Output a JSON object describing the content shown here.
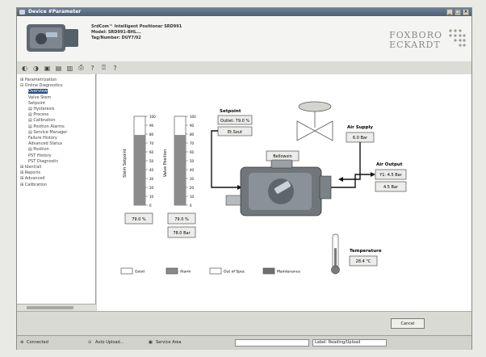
{
  "window": {
    "title": "Device #Parameter"
  },
  "device": {
    "line1": "SrdCom™ Intelligent Positioner SRD991",
    "line2": "Model: SRD991-BHL...",
    "line3": "Tag/Number: DUY7/02"
  },
  "logo": {
    "line1": "FOXBORO",
    "line2": "ECKARDT"
  },
  "toolbar": {
    "icons": [
      "back-icon",
      "forward-icon",
      "save-icon",
      "open-icon",
      "print-icon",
      "help-icon"
    ]
  },
  "sidebar": {
    "items": [
      {
        "label": "Parametrization",
        "prefix": "⊞",
        "indent": 0
      },
      {
        "label": "Online Diagnostics",
        "prefix": "⊟",
        "indent": 0
      },
      {
        "label": "Overview",
        "prefix": "",
        "indent": 1,
        "selected": true
      },
      {
        "label": "Valve Stem",
        "prefix": "",
        "indent": 1
      },
      {
        "label": "Setpoint",
        "prefix": "",
        "indent": 1
      },
      {
        "label": "Hysteresis",
        "prefix": "▤",
        "indent": 1
      },
      {
        "label": "Process",
        "prefix": "▤",
        "indent": 1
      },
      {
        "label": "Calibration",
        "prefix": "▤",
        "indent": 1
      },
      {
        "label": "Position Alarms",
        "prefix": "▤",
        "indent": 1
      },
      {
        "label": "Service Manager",
        "prefix": "▤",
        "indent": 1
      },
      {
        "label": "Failure History",
        "prefix": "",
        "indent": 1
      },
      {
        "label": "Advanced Status",
        "prefix": "",
        "indent": 1
      },
      {
        "label": "Position",
        "prefix": "▤",
        "indent": 1
      },
      {
        "label": "PST History",
        "prefix": "",
        "indent": 1
      },
      {
        "label": "PST Diagnostic",
        "prefix": "",
        "indent": 1
      },
      {
        "label": "Ident/all",
        "prefix": "⊞",
        "indent": 0
      },
      {
        "label": "Reports",
        "prefix": "⊞",
        "indent": 0
      },
      {
        "label": "Advanced",
        "prefix": "⊞",
        "indent": 0
      },
      {
        "label": "Calibration",
        "prefix": "⊞",
        "indent": 0
      }
    ]
  },
  "diagram": {
    "stem_setpoint": {
      "label": "Stem Setpoint",
      "value": "79.0 %",
      "fraction": 0.79
    },
    "stem_position": {
      "label": "Valve Position",
      "value": "79.0 %",
      "value2": "78.0 Bar",
      "fraction": 0.79
    },
    "scale_ticks": [
      "100",
      "90",
      "80",
      "70",
      "60",
      "50",
      "40",
      "30",
      "20",
      "10",
      "0"
    ],
    "setpoint": {
      "label": "Setpoint",
      "value1": "Outlet: 79.0 %",
      "value2": "Et.Sout"
    },
    "actuator": {
      "label": "Bellowsin"
    },
    "air_supply": {
      "label": "Air Supply",
      "value": "6.0 Bar"
    },
    "air_output": {
      "label": "Air Output",
      "value1": "Y1: 4.5 Bar",
      "value2": "4.5 Bar"
    },
    "temperature": {
      "label": "Temperature",
      "value": "28.4 °C",
      "fraction": 0.6
    },
    "legend": [
      {
        "label": "Good",
        "color": "#ffffff"
      },
      {
        "label": "Alarm",
        "color": "#8a8a8a"
      },
      {
        "label": "Out of Spec",
        "color": "#ffffff"
      },
      {
        "label": "Maintenance",
        "color": "#6f6f6f"
      }
    ]
  },
  "buttons": {
    "cancel": "Cancel"
  },
  "status": {
    "connection": "Connected",
    "upload": "Auto Upload...",
    "service": "Service Area",
    "user": "Label: Reading/Upload"
  },
  "colors": {
    "titlebar": "#55677e",
    "selection": "#2b4d88",
    "accent": "#333333"
  }
}
